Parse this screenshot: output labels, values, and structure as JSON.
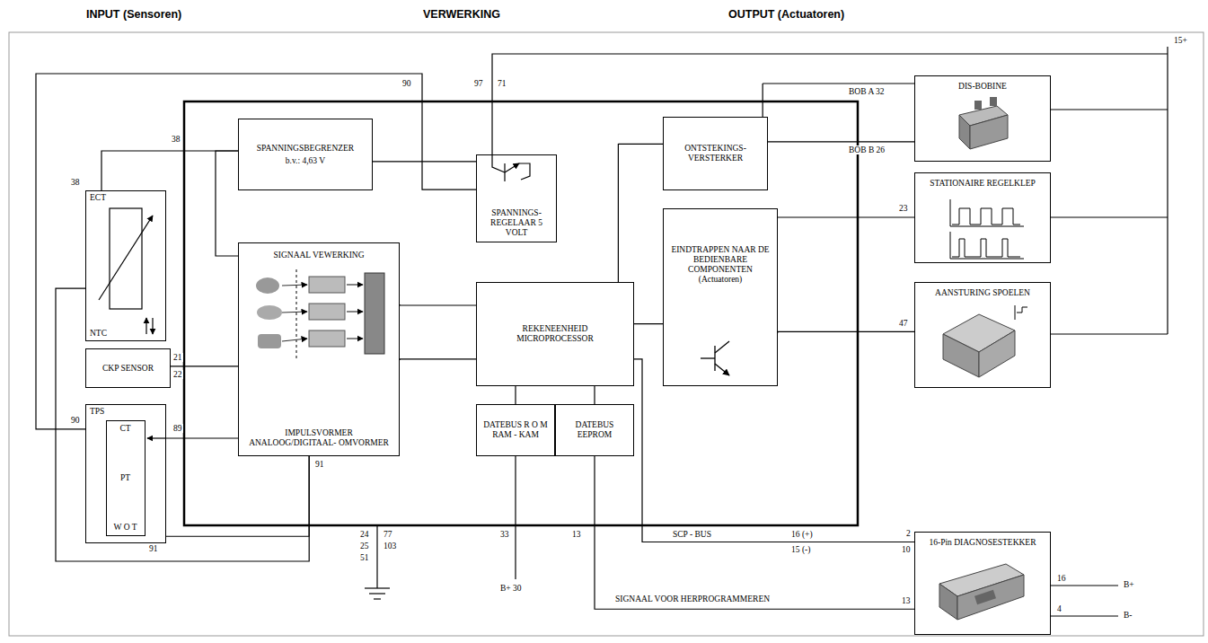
{
  "diagram": {
    "nodes": [
      {
        "text": [
          "ECT",
          "NTC"
        ]
      },
      {
        "text": [
          "CKP SENSOR"
        ]
      },
      {
        "text": [
          "TPS"
        ]
      },
      {
        "text": [
          "CT",
          "PT",
          "W O T"
        ],
        "in": 2
      },
      {
        "text": [
          "SPANNINGSBEGRENZER",
          "b.v.: 4,63 V"
        ]
      },
      {
        "text": [
          "SIGNAAL VEWERKING",
          "IMPULSVORMER ANALOOG/DIGITAAL- OMVORMER"
        ]
      },
      {
        "text": [
          "SPANNINGS- REGELAAR 5 VOLT"
        ]
      },
      {
        "text": [
          "REKENEENHEID MICROPROCESSOR"
        ]
      },
      {
        "text": [
          "DATEBUS R O M RAM - KAM"
        ]
      },
      {
        "text": [
          "DATEBUS EEPROM"
        ]
      },
      {
        "text": [
          "ONTSTEKINGS- VERSTERKER"
        ]
      },
      {
        "text": [
          "EINDTRAPPEN NAAR DE BEDIENBARE COMPONENTEN (Actuatoren)"
        ]
      },
      {
        "text": [
          "DIS-BOBINE"
        ]
      },
      {
        "text": [
          "STATIONAIRE REGELKLEP"
        ]
      },
      {
        "text": [
          "AANSTURING SPOELEN"
        ]
      },
      {
        "text": [
          "16-Pin DIAGNOSESTEKKER"
        ]
      }
    ],
    "edges": [
      {
        "from": 4,
        "to": 0,
        "arrow": "none"
      },
      {
        "from": 4,
        "to": 5,
        "arrow": "none"
      },
      {
        "from": 4,
        "to": 6,
        "arrow": "none"
      },
      {
        "from": 6,
        "to": 2,
        "arrow": "none"
      },
      {
        "from": 1,
        "to": 5,
        "arrow": "none"
      },
      {
        "from": 2,
        "to": 5,
        "arrow": "none"
      },
      {
        "from": 0,
        "to": 5,
        "arrow": "none"
      },
      {
        "from": 2,
        "to": 5,
        "arrow": "none"
      },
      {
        "from": 5,
        "to": 7,
        "arrow": "none"
      },
      {
        "from": 5,
        "to": 7,
        "arrow": "none"
      },
      {
        "from": 7,
        "to": 10,
        "arrow": "none"
      },
      {
        "from": 7,
        "to": 11,
        "arrow": "none"
      },
      {
        "from": 7,
        "to": 8,
        "arrow": "none"
      },
      {
        "from": 7,
        "to": 9,
        "arrow": "none"
      },
      {
        "from": 10,
        "to": 12,
        "label": "BOB A 32",
        "arrow": "none"
      },
      {
        "from": 10,
        "to": 12,
        "label": "BOB B 26",
        "arrow": "none"
      },
      {
        "from": 11,
        "to": 13,
        "arrow": "none"
      },
      {
        "from": 11,
        "to": 14,
        "arrow": "none"
      },
      {
        "from": 7,
        "to": 15,
        "label": "SCP - BUS",
        "arrow": "none"
      },
      {
        "from": 9,
        "to": 15,
        "label": "SIGNAAL VOOR HERPROGRAMMEREN",
        "arrow": "none"
      }
    ],
    "labels": [
      "INPUT (Sensoren)",
      "VERWERKING",
      "OUTPUT (Actuatoren)",
      "15+",
      "38",
      "38",
      "90",
      "97",
      "71",
      "21",
      "22",
      "89",
      "90",
      "91",
      "91",
      "24",
      "25",
      "51",
      "77",
      "103",
      "33",
      "B+ 30",
      "13",
      "16 (+)",
      "15 (-)",
      "23",
      "47",
      "2",
      "10",
      "13",
      "16",
      "4",
      "B+",
      "B-"
    ]
  }
}
